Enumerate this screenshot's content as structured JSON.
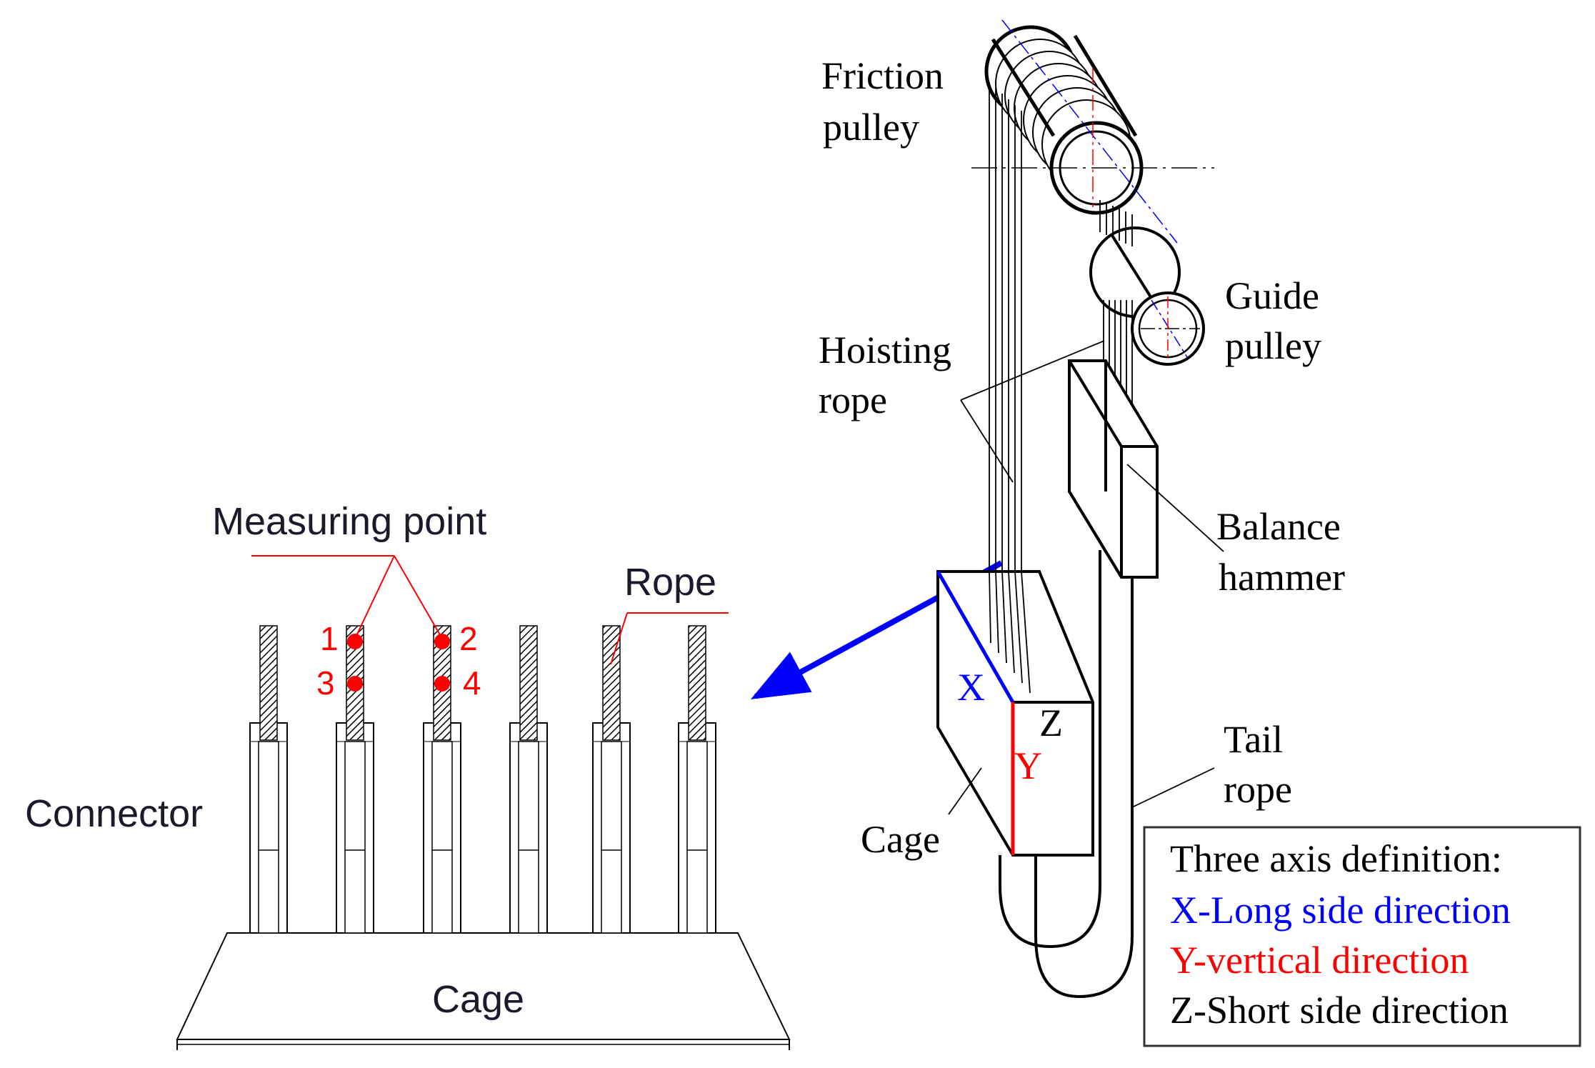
{
  "left_panel": {
    "measuring_point_label": "Measuring point",
    "rope_label": "Rope",
    "connector_label": "Connector",
    "cage_label": "Cage",
    "point_numbers": [
      "1",
      "2",
      "3",
      "4"
    ]
  },
  "right_panel": {
    "friction_pulley_label": [
      "Friction",
      "pulley"
    ],
    "guide_pulley_label": [
      "Guide",
      "pulley"
    ],
    "hoisting_rope_label": [
      "Hoisting",
      "rope"
    ],
    "balance_hammer_label": [
      "Balance",
      "hammer"
    ],
    "tail_rope_label": [
      "Tail",
      "rope"
    ],
    "cage_label": "Cage",
    "axis_x": "X",
    "axis_y": "Y",
    "axis_z": "Z"
  },
  "legend": {
    "title": "Three axis definition:",
    "items": [
      {
        "text": "X-Long side direction",
        "color": "#0000ff"
      },
      {
        "text": "Y-vertical direction",
        "color": "#ff0000"
      },
      {
        "text": "Z-Short side direction",
        "color": "#000000"
      }
    ]
  },
  "colors": {
    "blue": "#0000ff",
    "red": "#ff0000",
    "ink": "#000000",
    "legend_border": "#333333"
  }
}
